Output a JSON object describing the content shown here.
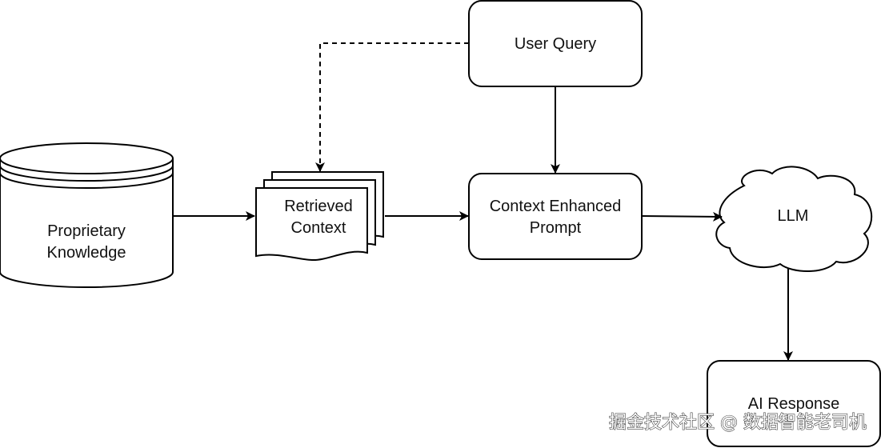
{
  "nodes": {
    "proprietary_knowledge": {
      "line1": "Proprietary",
      "line2": "Knowledge"
    },
    "retrieved_context": {
      "line1": "Retrieved",
      "line2": "Context"
    },
    "user_query": {
      "label": "User Query"
    },
    "context_enhanced_prompt": {
      "line1": "Context Enhanced",
      "line2": "Prompt"
    },
    "llm": {
      "label": "LLM"
    },
    "ai_response": {
      "label": "AI Response"
    }
  },
  "watermark": {
    "text": "掘金技术社区 @ 数据智能老司机"
  }
}
